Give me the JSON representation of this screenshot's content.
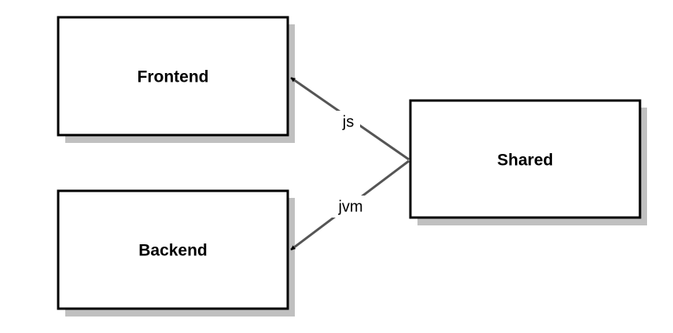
{
  "diagram": {
    "nodes": {
      "frontend": {
        "label": "Frontend"
      },
      "backend": {
        "label": "Backend"
      },
      "shared": {
        "label": "Shared"
      }
    },
    "edges": {
      "shared_to_frontend": {
        "from": "Shared",
        "to": "Frontend",
        "label": "js"
      },
      "shared_to_backend": {
        "from": "Shared",
        "to": "Backend",
        "label": "jvm"
      }
    }
  },
  "colors": {
    "box_border": "#000000",
    "box_fill": "#ffffff",
    "box_shadow": "#c0c0c0",
    "edge_line": "#555555",
    "arrowhead": "#000000"
  }
}
